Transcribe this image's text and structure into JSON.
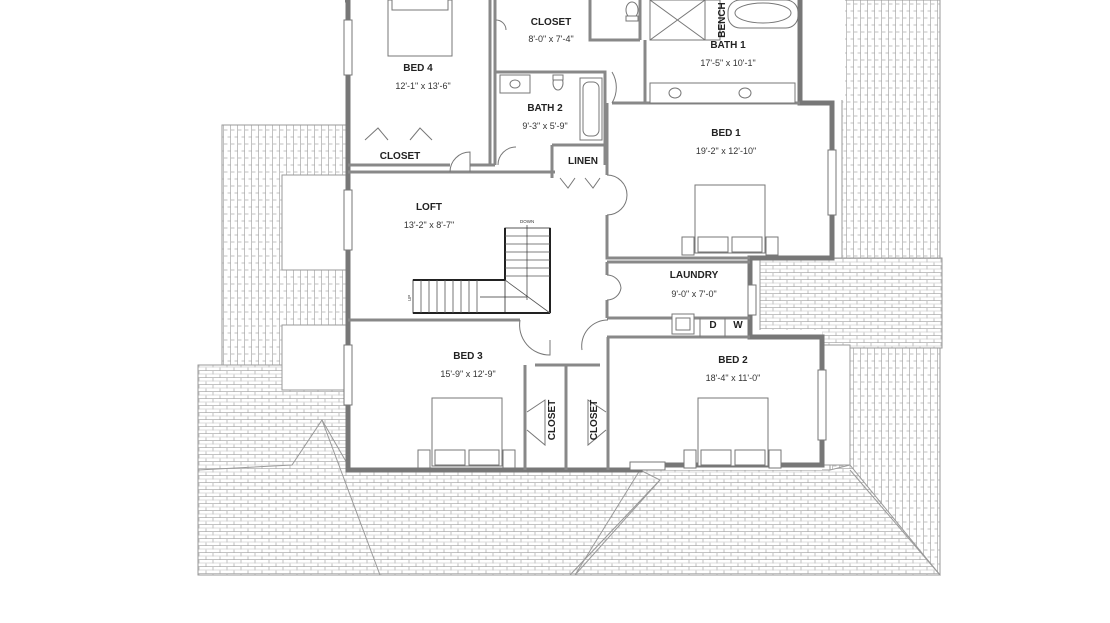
{
  "rooms": {
    "bed4": {
      "name": "BED 4",
      "dims": "12'-1\" x 13'-6\""
    },
    "closet_top": {
      "name": "CLOSET",
      "dims": "8'-0\" x 7'-4\""
    },
    "bench": {
      "name": "BENCH"
    },
    "bath1": {
      "name": "BATH 1",
      "dims": "17'-5\" x 10'-1\""
    },
    "bath2": {
      "name": "BATH 2",
      "dims": "9'-3\" x 5'-9\""
    },
    "closet_bed4": {
      "name": "CLOSET"
    },
    "linen": {
      "name": "LINEN"
    },
    "bed1": {
      "name": "BED 1",
      "dims": "19'-2\" x 12'-10\""
    },
    "loft": {
      "name": "LOFT",
      "dims": "13'-2\" x 8'-7\""
    },
    "laundry": {
      "name": "LAUNDRY",
      "dims": "9'-0\" x 7'-0\""
    },
    "bed3": {
      "name": "BED 3",
      "dims": "15'-9\" x 12'-9\""
    },
    "bed2": {
      "name": "BED 2",
      "dims": "18'-4\" x 11'-0\""
    },
    "closet_a": {
      "name": "CLOSET"
    },
    "closet_b": {
      "name": "CLOSET"
    }
  },
  "stairs": {
    "down_label": "DOWN",
    "up_label": "UP"
  },
  "appliances": {
    "dryer": "D",
    "washer": "W"
  },
  "colors": {
    "wall": "#777777",
    "roof_line": "#9a9a9a",
    "text": "#222222"
  }
}
